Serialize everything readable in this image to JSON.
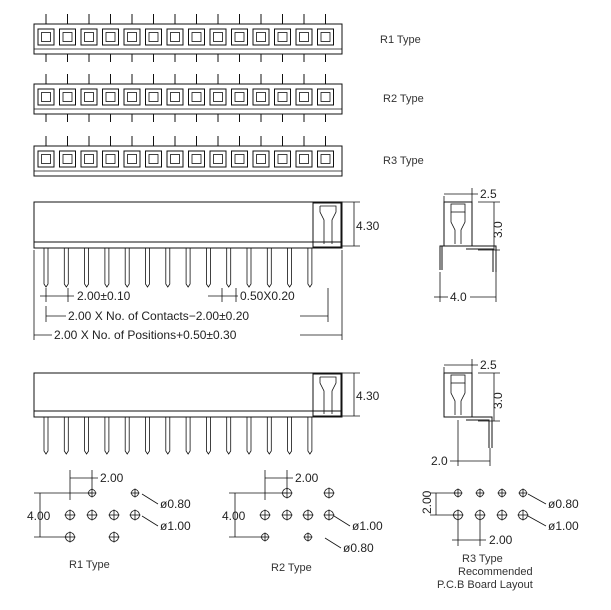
{
  "row_types": [
    {
      "label": "R1 Type",
      "style": "r1"
    },
    {
      "label": "R2 Type",
      "style": "r2"
    },
    {
      "label": "R3 Type",
      "style": "r3"
    }
  ],
  "contact_count": 14,
  "pin_count": 14,
  "side_view": {
    "height": "4.30",
    "pitch": "2.00±0.10",
    "pin_width": "0.50X0.20",
    "contacts_formula": "2.00 X No. of Contacts−2.00±0.20",
    "positions_formula": "2.00 X No. of Positions+0.50±0.30"
  },
  "end_view_top": {
    "width_top": "2.5",
    "height": "3.0",
    "width_bottom": "4.0"
  },
  "end_view_bottom": {
    "width_top": "2.5",
    "height": "3.0",
    "offset": "2.0"
  },
  "side_view_2": {
    "height": "4.30"
  },
  "layouts": [
    {
      "label": "R1 Type",
      "pitch": "2.00",
      "row_gap": "4.00",
      "hole_a": "ø0.80",
      "hole_b": "ø1.00"
    },
    {
      "label": "R2 Type",
      "pitch": "2.00",
      "row_gap": "4.00",
      "hole_a": "ø1.00",
      "hole_b": "ø0.80"
    },
    {
      "label": "R3 Type",
      "pitch": "2.00",
      "row_gap": "2.00",
      "hole_a": "ø0.80",
      "hole_b": "ø1.00"
    }
  ],
  "layout_caption": [
    "Recommended",
    "P.C.B Board Layout"
  ]
}
